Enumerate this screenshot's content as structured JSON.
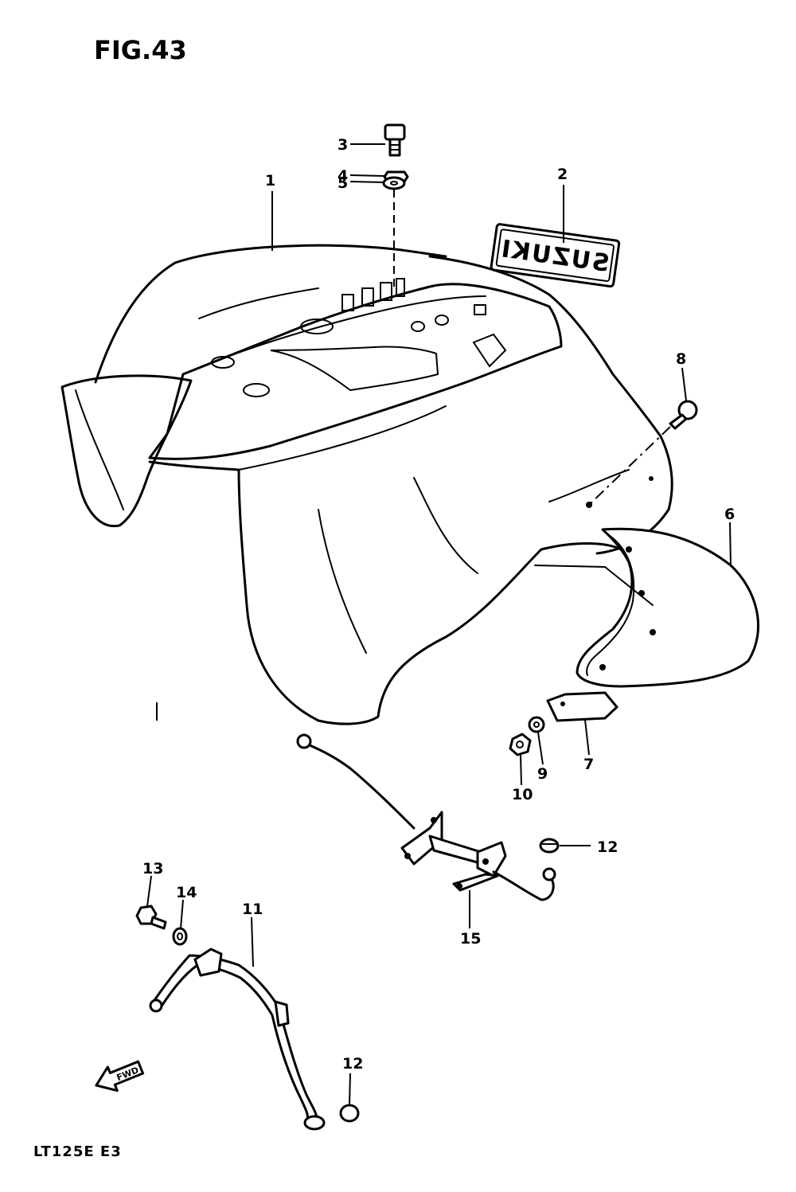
{
  "figure_title": "FIG.43",
  "model_code": "LT125E E3",
  "decal_text": "SUZUKI",
  "fwd_arrow_text": "FWD",
  "callouts": {
    "p1": "1",
    "p2": "2",
    "p3": "3",
    "p4": "4",
    "p5": "5",
    "p6": "6",
    "p7": "7",
    "p8": "8",
    "p9": "9",
    "p10": "10",
    "p11": "11",
    "p12a": "12",
    "p12b": "12",
    "p13": "13",
    "p14": "14",
    "p15": "15"
  }
}
